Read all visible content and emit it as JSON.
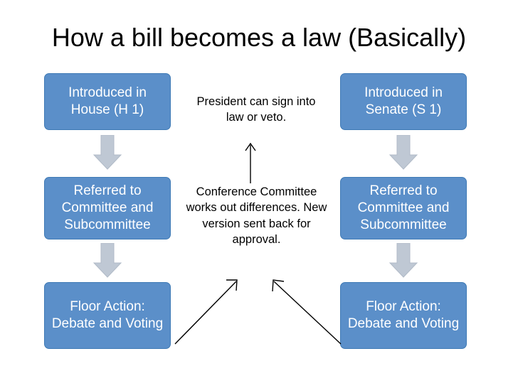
{
  "slide": {
    "title": "How a bill becomes a law (Basically)",
    "background_color": "#ffffff",
    "box_fill_color": "#5b8fc9",
    "box_text_color": "#ffffff",
    "arrow_fill_color": "#bfc8d4"
  },
  "flow": {
    "house": [
      {
        "label": "Introduced in House (H 1)"
      },
      {
        "label": "Referred to Committee and Subcommittee"
      },
      {
        "label": "Floor Action: Debate and Voting"
      }
    ],
    "senate": [
      {
        "label": "Introduced in Senate (S 1)"
      },
      {
        "label": "Referred to Committee and Subcommittee"
      },
      {
        "label": "Floor Action: Debate and Voting"
      }
    ]
  },
  "notes": {
    "president": "President can sign into law or veto.",
    "conference": "Conference Committee works out differences. New version sent back for approval."
  }
}
